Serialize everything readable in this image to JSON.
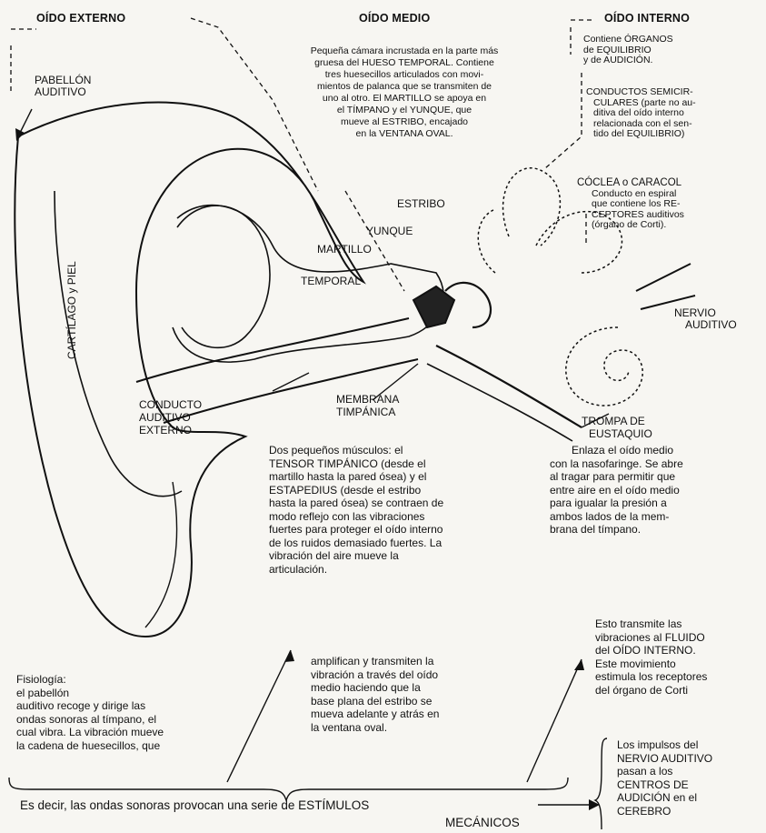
{
  "headers": {
    "outer": "OÍDO EXTERNO",
    "middle": "OÍDO MEDIO",
    "inner": "OÍDO INTERNO"
  },
  "middle_desc": [
    "Pequeña cámara incrustada en la parte más",
    "gruesa del HUESO TEMPORAL. Contiene",
    "tres huesecillos articulados con movi-",
    "mientos de palanca que se transmiten de",
    "uno al otro. El MARTILLO se apoya en",
    "el TÍMPANO y el YUNQUE, que",
    "mueve al ESTRIBO, encajado",
    "en la VENTANA OVAL."
  ],
  "inner_desc": [
    "Contiene ÓRGANOS",
    "de EQUILIBRIO",
    "y de AUDICIÓN."
  ],
  "semicircular": [
    "CONDUCTOS SEMICIR-",
    "CULARES (parte no au-",
    "ditiva del oído interno",
    "relacionada con el sen-",
    "tido del EQUILIBRIO)"
  ],
  "cochlea": [
    "CÓCLEA o CARACOL",
    "Conducto en espiral",
    "que contiene los RE-",
    "CEPTORES auditivos",
    "(órgano de Corti)."
  ],
  "labels": {
    "pabellon": [
      "PABELLÓN",
      "AUDITIVO"
    ],
    "cartilago": "CARTÍLAGO y PIEL",
    "estribo": "ESTRIBO",
    "yunque": "YUNQUE",
    "martillo": "MARTILLO",
    "temporal": "TEMPORAL",
    "nervio": [
      "NERVIO",
      "AUDITIVO"
    ],
    "conducto": [
      "CONDUCTO",
      "AUDITIVO",
      "EXTERNO"
    ],
    "membrana": [
      "MEMBRANA",
      "TIMPÁNICA"
    ],
    "trompa": [
      "TROMPA DE",
      "EUSTAQUIO"
    ]
  },
  "trompa_desc": [
    "Enlaza el oído medio",
    "con la nasofaringe. Se abre",
    "al tragar para permitir que",
    "entre aire en el oído medio",
    "para igualar la presión a",
    "ambos lados de la mem-",
    "brana del tímpano."
  ],
  "muscles_desc": [
    "Dos pequeños músculos: el",
    "TENSOR TIMPÁNICO (desde el",
    "martillo hasta la pared ósea) y el",
    "ESTAPEDIUS (desde el estribo",
    "hasta la pared ósea) se contraen de",
    "modo reflejo con las vibraciones",
    "fuertes para proteger el oído interno",
    "de los ruidos demasiado fuertes. La",
    "vibración del aire mueve la",
    "articulación."
  ],
  "fluido_desc": [
    "Esto transmite las",
    "vibraciones al FLUIDO",
    "del OÍDO INTERNO.",
    "Este movimiento",
    "estimula los receptores",
    "del órgano de Corti"
  ],
  "physiology_desc": [
    "Fisiología:",
    "el pabellón",
    "auditivo recoge y dirige las",
    "ondas sonoras al tímpano, el",
    "cual vibra. La vibración mueve",
    "la cadena de huesecillos, que"
  ],
  "amplify_desc": [
    "amplifican y transmiten la",
    "vibración a través del oído",
    "medio haciendo que la",
    "base plana del estribo se",
    "mueva adelante y atrás en",
    "la ventana oval."
  ],
  "impulses_desc": [
    "Los impulsos del",
    "NERVIO AUDITIVO",
    "pasan a los",
    "CENTROS DE",
    "AUDICIÓN en el",
    "CEREBRO"
  ],
  "bottom": {
    "line1": "Es decir, las ondas sonoras provocan una serie de ESTÍMULOS",
    "line2": "MECÁNICOS"
  }
}
